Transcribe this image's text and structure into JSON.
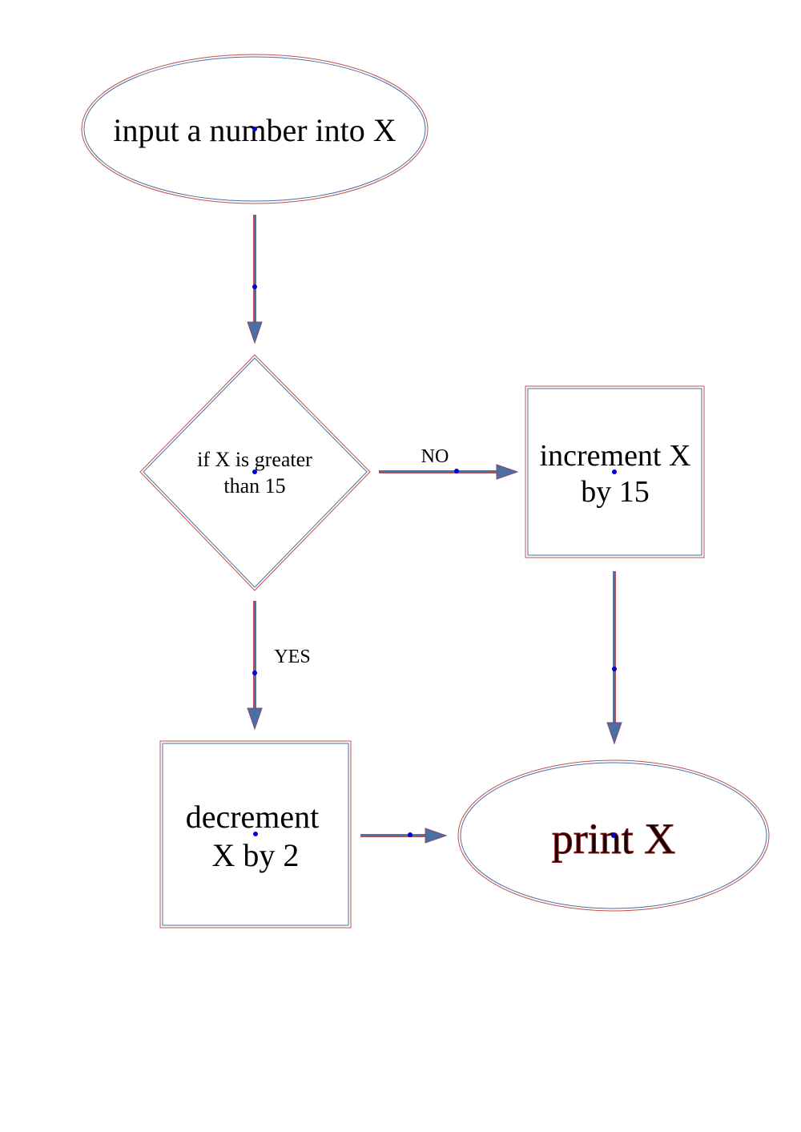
{
  "nodes": {
    "start": {
      "text": "input a number into X"
    },
    "decision": {
      "line1": "if X is greater",
      "line2": "than 15"
    },
    "increment": {
      "line1": "increment X",
      "line2": "by 15"
    },
    "decrement": {
      "line1": "decrement",
      "line2": "X by 2"
    },
    "output": {
      "word1": "print",
      "word2": "X"
    }
  },
  "edge_labels": {
    "no": "NO",
    "yes": "YES"
  },
  "colors": {
    "outline_red": "#c0504d",
    "outline_blue": "#4a6fa5",
    "handle_blue": "#0000dd"
  }
}
